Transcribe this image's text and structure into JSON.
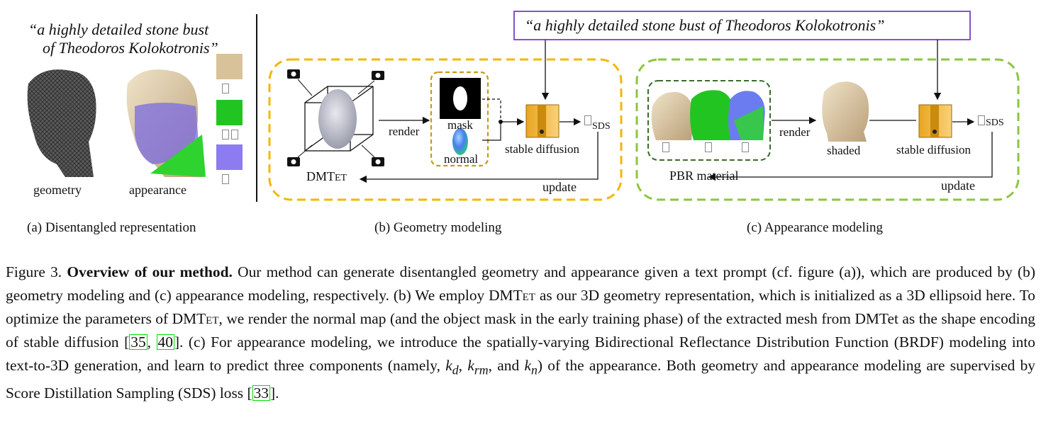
{
  "figure": {
    "panel_a": {
      "prompt_line1": "“a highly detailed stone bust",
      "prompt_line2": "of Theodoros Kolokotronis”",
      "geometry_label": "geometry",
      "appearance_label": "appearance",
      "caption": "(a) Disentangled representation"
    },
    "panel_b": {
      "model_label": "DMT",
      "model_label_suffix": "ET",
      "render_label": "render",
      "mask_label": "mask",
      "normal_label": "normal",
      "diffusion_label": "stable diffusion",
      "sds_label": "SDS",
      "update_label": "update",
      "caption": "(b) Geometry modeling"
    },
    "panel_c": {
      "prompt": "“a highly detailed stone bust of Theodoros Kolokotronis”",
      "pbr_label": "PBR material",
      "render_label": "render",
      "shaded_label": "shaded",
      "diffusion_label": "stable diffusion",
      "sds_label": "SDS",
      "update_label": "update",
      "caption": "(c) Appearance modeling"
    },
    "colors": {
      "geometry_border": "#f2b705",
      "appearance_border": "#8cc63f",
      "prompt_border": "#7b3fc4",
      "citation_box": "#00e000"
    }
  },
  "caption": {
    "fig_label": "Figure 3.",
    "bold_title": "Overview of our method.",
    "s1": " Our method can generate disentangled geometry and appearance given a text prompt (cf. figure (a)), which are produced by (b) geometry modeling and (c) appearance modeling, respectively. (b) We employ ",
    "dmtet1": "DMTet",
    "s2": " as our 3D geometry representation, which is initialized as a 3D ellipsoid here. To optimize the parameters of ",
    "dmtet2": "DMTet",
    "s3": ", we render the normal map (and the object mask in the early training phase) of the extracted mesh from DMTet as the shape encoding of stable diffusion [",
    "cite1": "35",
    "cite_sep": ", ",
    "cite2": "40",
    "s4": "]. (c) For appearance modeling, we introduce the spatially-varying Bidirectional Reflectance Distribution Function (BRDF) modeling into text-to-3D generation, and learn to predict three components (namely, ",
    "kd": "k",
    "kd_sub": "d",
    "comma1": ", ",
    "krm": "k",
    "krm_sub": "rm",
    "and_text": ", and ",
    "kn": "k",
    "kn_sub": "n",
    "s5": ") of the appearance. Both geometry and appearance modeling are supervised by Score Distillation Sampling (SDS) loss [",
    "cite3": "33",
    "s6": "]."
  }
}
